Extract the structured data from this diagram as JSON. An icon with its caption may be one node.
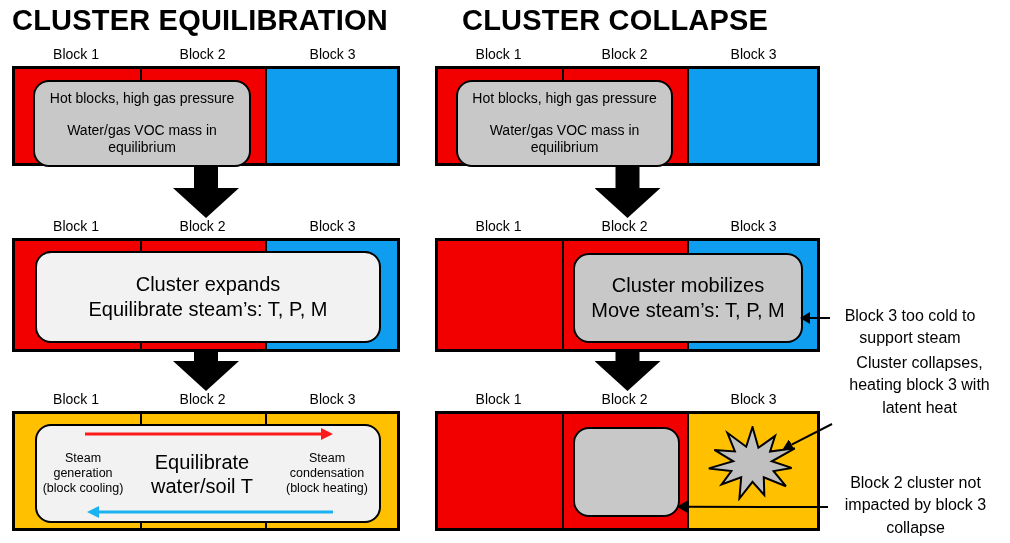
{
  "diagram": {
    "nodes": [
      {
        "text": [
          "Block 1",
          "Block 2",
          "Block 3"
        ]
      },
      {
        "text": [
          "Hot blocks, high gas pressure",
          "Water/gas VOC mass in equilibrium"
        ],
        "in": 0
      },
      {
        "text": [
          "Block 1",
          "Block 2",
          "Block 3"
        ]
      },
      {
        "text": [
          "Cluster expands",
          "Equilibrate steam’s: T, P, M"
        ],
        "in": 2
      },
      {
        "text": [
          "Block 1",
          "Block 2",
          "Block 3"
        ]
      },
      {
        "text": [
          "Steam generation (block cooling)",
          "Equilibrate water/soil T",
          "Steam condensation (block heating)"
        ],
        "in": 4
      },
      {
        "text": [
          "Block 1",
          "Block 2",
          "Block 3"
        ]
      },
      {
        "text": [
          "Hot blocks, high gas pressure",
          "Water/gas VOC mass in equilibrium"
        ],
        "in": 6
      },
      {
        "text": [
          "Block 1",
          "Block 2",
          "Block 3"
        ]
      },
      {
        "text": [
          "Cluster mobilizes",
          "Move steam’s: T, P, M"
        ],
        "in": 8
      },
      {
        "text": [
          "Block 1",
          "Block 2",
          "Block 3"
        ]
      },
      {
        "text": [],
        "shape": "box",
        "in": 10
      },
      {
        "text": [],
        "shape": "star",
        "in": 10
      },
      {
        "text": [
          "Block 3 too cold to support steam"
        ]
      },
      {
        "text": [
          "Cluster collapses, heating block 3 with latent heat"
        ]
      },
      {
        "text": [
          "Block 2 cluster not impacted by block 3 collapse"
        ]
      }
    ],
    "edges": [
      {
        "from": 0,
        "to": 2,
        "arrow": "to"
      },
      {
        "from": 2,
        "to": 4,
        "arrow": "to"
      },
      {
        "from": 6,
        "to": 8,
        "arrow": "to"
      },
      {
        "from": 8,
        "to": 10,
        "arrow": "to"
      },
      {
        "from": 13,
        "to": 9,
        "arrow": "to"
      },
      {
        "from": 14,
        "to": 12,
        "arrow": "to"
      },
      {
        "from": 15,
        "to": 11,
        "arrow": "to"
      }
    ],
    "labels": [
      "CLUSTER EQUILIBRATION",
      "CLUSTER COLLAPSE"
    ]
  }
}
